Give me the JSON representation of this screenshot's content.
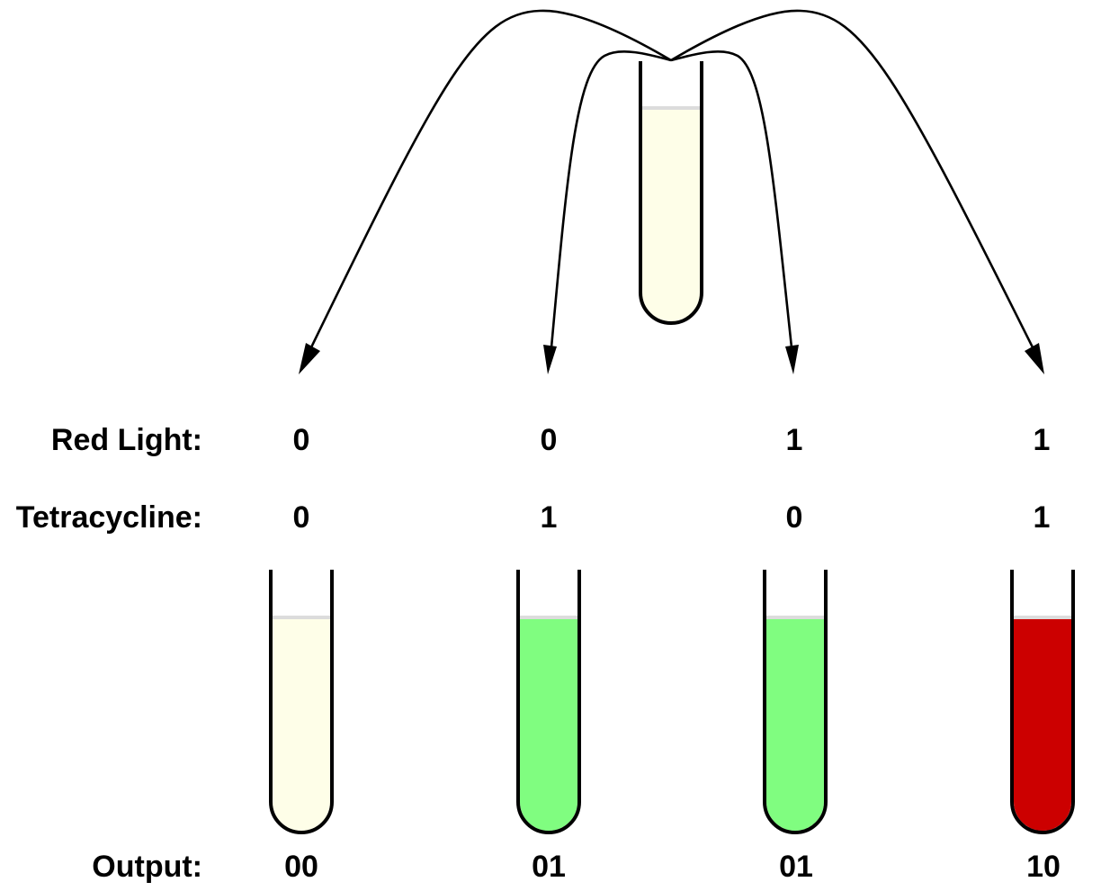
{
  "colors": {
    "source_liquid": "#fefee8",
    "outline": "#000000",
    "meniscus": "#dcdcdc"
  },
  "source_tube": {
    "liquid_color": "#fefee8"
  },
  "row_labels": {
    "red_light": "Red Light:",
    "tetracycline": "Tetracycline:",
    "output": "Output:"
  },
  "conditions": [
    {
      "red_light": "0",
      "tetracycline": "0",
      "output": "00",
      "liquid_color": "#fefee8"
    },
    {
      "red_light": "0",
      "tetracycline": "1",
      "output": "01",
      "liquid_color": "#80fd80"
    },
    {
      "red_light": "1",
      "tetracycline": "0",
      "output": "01",
      "liquid_color": "#80fd80"
    },
    {
      "red_light": "1",
      "tetracycline": "1",
      "output": "10",
      "liquid_color": "#cc0000"
    }
  ]
}
